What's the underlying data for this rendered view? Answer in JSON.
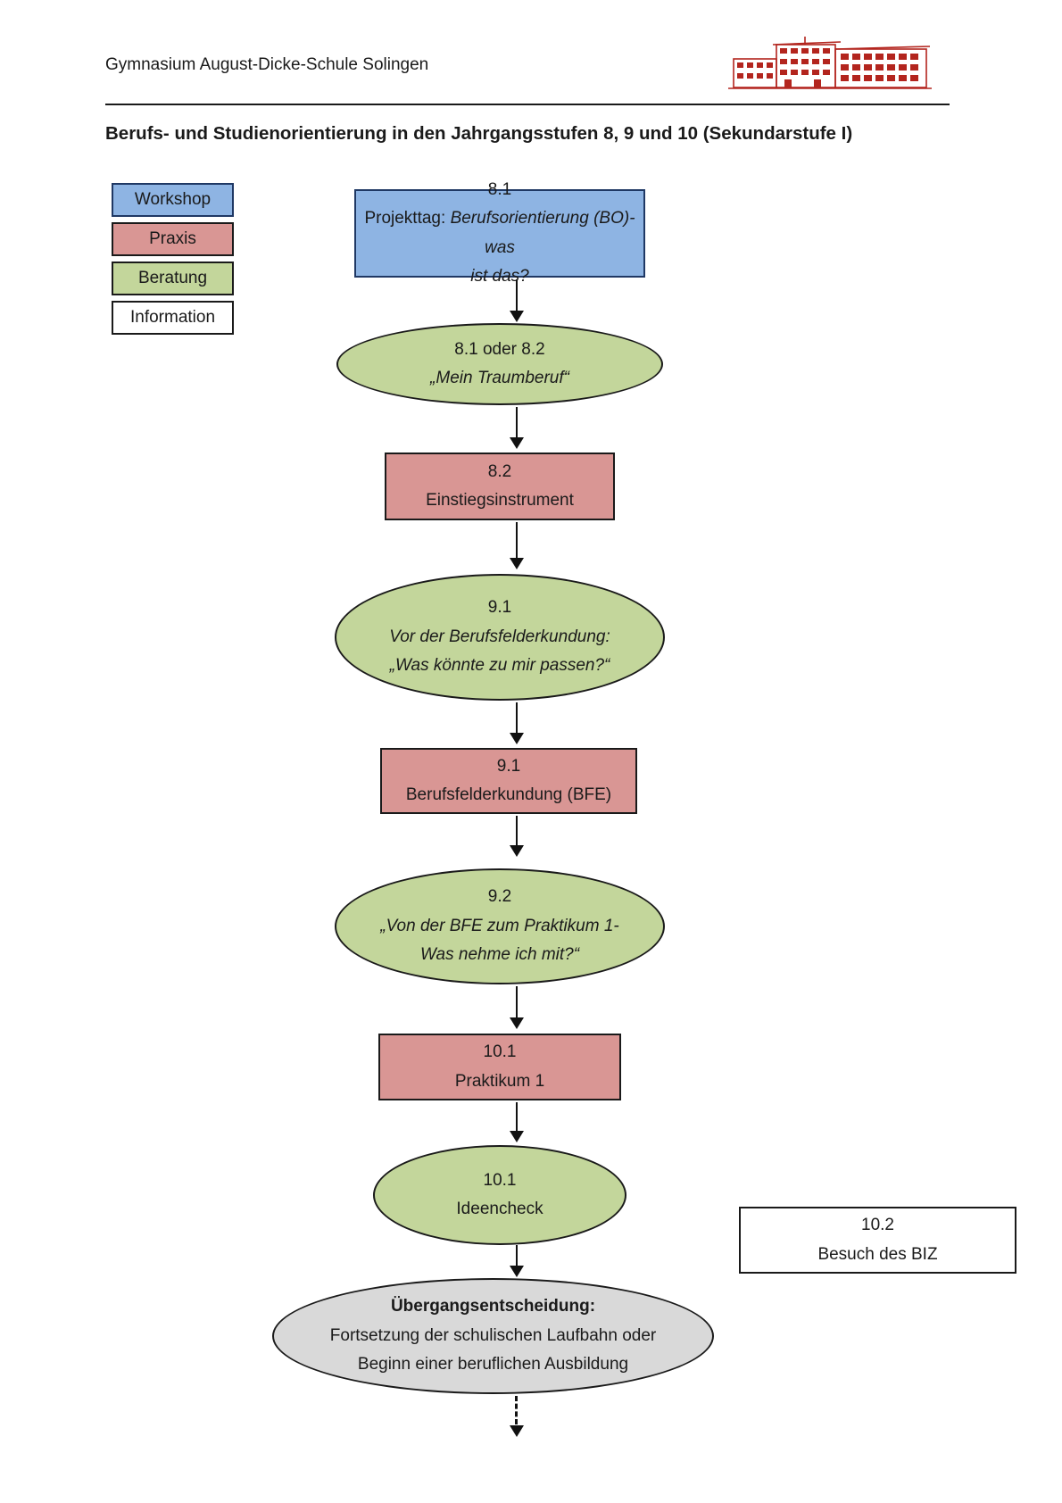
{
  "header": {
    "school_name": "Gymnasium August-Dicke-Schule Solingen",
    "logo": "red outline drawing of the August-Dicke school building"
  },
  "title": "Berufs- und Studienorientierung in den Jahrgangsstufen 8, 9 und 10 (Sekundarstufe I)",
  "legend": [
    {
      "label": "Workshop",
      "color": "#8eb4e3"
    },
    {
      "label": "Praxis",
      "color": "#d99694"
    },
    {
      "label": "Beratung",
      "color": "#c3d69b"
    },
    {
      "label": "Information",
      "color": "#ffffff"
    }
  ],
  "flow": {
    "nodes": [
      {
        "shape": "rect",
        "category": "Workshop",
        "id": "8.1",
        "line2_prefix": "Projekttag: ",
        "line2_italic": "Berufsorientierung (BO)- was",
        "line3_italic": "ist das?"
      },
      {
        "shape": "ellipse",
        "category": "Beratung",
        "id": "8.1 oder 8.2",
        "line2_italic": "„Mein Traumberuf“"
      },
      {
        "shape": "rect",
        "category": "Praxis",
        "id": "8.2",
        "line2": "Einstiegsinstrument"
      },
      {
        "shape": "ellipse",
        "category": "Beratung",
        "id": "9.1",
        "line2_italic": "Vor der Berufsfelderkundung:",
        "line3_italic": "„Was könnte zu mir passen?“"
      },
      {
        "shape": "rect",
        "category": "Praxis",
        "id": "9.1",
        "line2": "Berufsfelderkundung (BFE)"
      },
      {
        "shape": "ellipse",
        "category": "Beratung",
        "id": "9.2",
        "line2_italic": "„Von der BFE zum Praktikum 1-",
        "line3_italic": "Was nehme ich mit?“"
      },
      {
        "shape": "rect",
        "category": "Praxis",
        "id": "10.1",
        "line2": "Praktikum 1"
      },
      {
        "shape": "ellipse",
        "category": "Beratung",
        "id": "10.1",
        "line2": "Ideencheck"
      },
      {
        "shape": "rect",
        "category": "Information",
        "id": "10.2",
        "line2": "Besuch des BIZ"
      },
      {
        "shape": "ellipse",
        "category": "Entscheidung",
        "line1_bold": "Übergangsentscheidung:",
        "line2": "Fortsetzung der schulischen Laufbahn oder",
        "line3": "Beginn einer beruflichen Ausbildung"
      }
    ]
  },
  "colors": {
    "workshop_fill": "#8eb4e3",
    "workshop_border": "#1f3864",
    "praxis_fill": "#d99694",
    "beratung_fill": "#c3d69b",
    "information_fill": "#ffffff",
    "entscheidung_fill": "#d9d9d9",
    "outline": "#1a1a1a",
    "logo_red": "#b3251e"
  }
}
